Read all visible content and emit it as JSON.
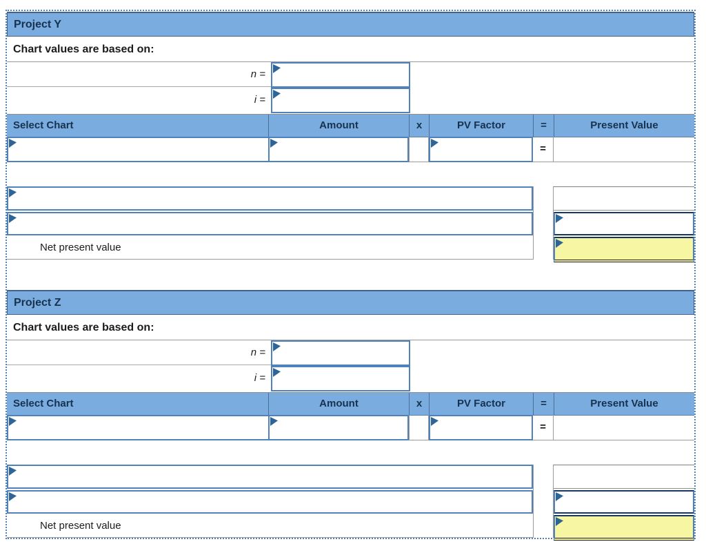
{
  "colors": {
    "header_fill": "#7AACDF",
    "input_border": "#4F81BD",
    "dark_border": "#17375E",
    "header_text": "#17324F",
    "dotted_selection_border": "#4F81BD",
    "total_cell_fill": "#F7F7A3",
    "dropdown_flag": "#2F6496"
  },
  "sections": [
    {
      "title": "Project Y",
      "chart_values_label": "Chart values are based on:",
      "n_label": "n =",
      "n_value": "",
      "i_label": "i =",
      "i_value": "",
      "headers": {
        "select_chart": "Select Chart",
        "amount": "Amount",
        "x": "x",
        "pv_factor": "PV Factor",
        "equals": "=",
        "present_value": "Present Value"
      },
      "row1": {
        "select_chart_value": "",
        "amount_value": "",
        "pv_factor_value": "",
        "equals_sign": "=",
        "present_value": ""
      },
      "wide_row_1": {
        "value": "",
        "present_value": ""
      },
      "wide_row_2": {
        "value": "",
        "present_value": ""
      },
      "npv": {
        "label": "Net present value",
        "value": ""
      }
    },
    {
      "title": "Project Z",
      "chart_values_label": "Chart values are based on:",
      "n_label": "n =",
      "n_value": "",
      "i_label": "i =",
      "i_value": "",
      "headers": {
        "select_chart": "Select Chart",
        "amount": "Amount",
        "x": "x",
        "pv_factor": "PV Factor",
        "equals": "=",
        "present_value": "Present Value"
      },
      "row1": {
        "select_chart_value": "",
        "amount_value": "",
        "pv_factor_value": "",
        "equals_sign": "=",
        "present_value": ""
      },
      "wide_row_1": {
        "value": "",
        "present_value": ""
      },
      "wide_row_2": {
        "value": "",
        "present_value": ""
      },
      "npv": {
        "label": "Net present value",
        "value": ""
      }
    }
  ]
}
